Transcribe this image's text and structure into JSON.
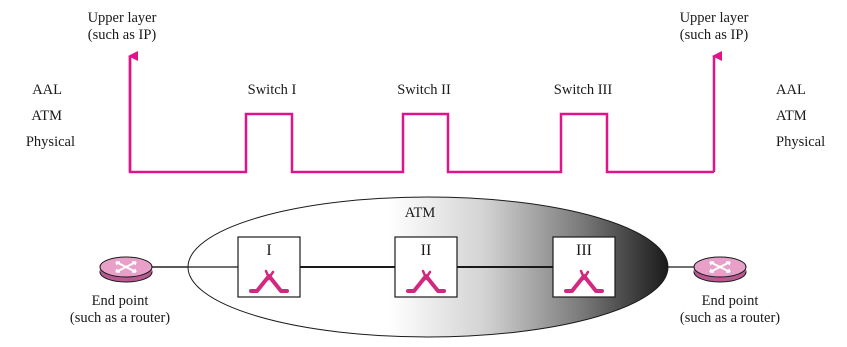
{
  "diagram": {
    "upper_layer_left": [
      "Upper layer",
      "(such as IP)"
    ],
    "upper_layer_right": [
      "Upper layer",
      "(such as IP)"
    ],
    "layers_left": [
      "AAL",
      "ATM",
      "Physical"
    ],
    "layers_right": [
      "AAL",
      "ATM",
      "Physical"
    ],
    "switches": [
      {
        "title": "Switch I",
        "box_label": "I"
      },
      {
        "title": "Switch II",
        "box_label": "II"
      },
      {
        "title": "Switch III",
        "box_label": "III"
      }
    ],
    "network_label": "ATM",
    "endpoint_left": [
      "End point",
      "(such as a router)"
    ],
    "endpoint_right": [
      "End point",
      "(such as a router)"
    ],
    "colors": {
      "path": "#e0148a",
      "router": "#e8a0c8",
      "switch_symbol": "#d4287e",
      "network_gradient_dark": "#1a1a1a"
    }
  }
}
